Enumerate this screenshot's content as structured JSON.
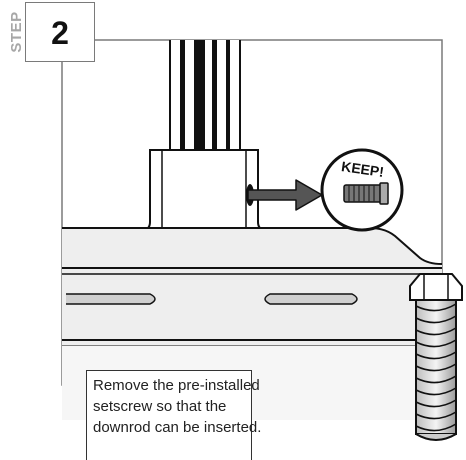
{
  "step": {
    "label": "STEP",
    "number": "2"
  },
  "callout": {
    "keep_label": "KEEP!"
  },
  "caption": {
    "lines": [
      "Remove the pre-installed",
      "setscrew so that the",
      "downrod can be inserted."
    ]
  },
  "colors": {
    "line": "#111111",
    "frame": "#7a7a7a",
    "fill_light": "#eeeeee",
    "fill_mid": "#c8c8c8",
    "fill_dark": "#555555",
    "step_text": "#a7a7a7"
  }
}
